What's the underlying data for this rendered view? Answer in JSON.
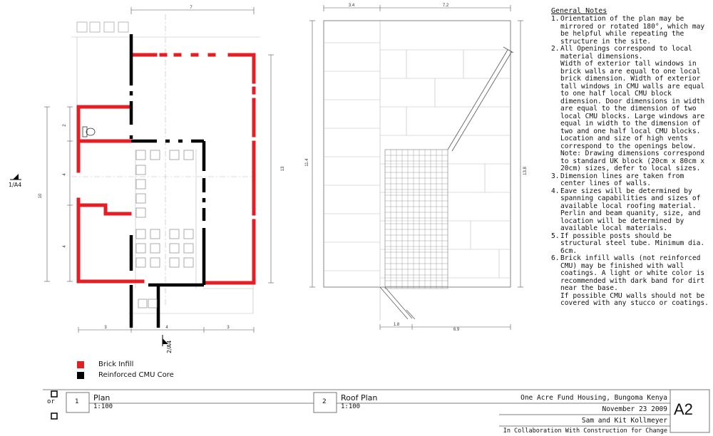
{
  "plan": {
    "dimensions": {
      "top": "7",
      "left_overall": "10",
      "left_segments": [
        "2",
        "4",
        "4"
      ],
      "right": "13",
      "bottom": [
        "3",
        "4",
        "3"
      ]
    },
    "section_markers": {
      "left": "1/A4",
      "bottom": "2/A4"
    }
  },
  "roof_plan": {
    "dimensions": {
      "top": [
        "3.4",
        "7.2"
      ],
      "left": "11.4",
      "right": "13.8",
      "bottom": [
        "1.8",
        "6.9"
      ]
    }
  },
  "legend": [
    {
      "label": "Brick Infill",
      "color": "#e31e24"
    },
    {
      "label": "Reinforced CMU Core",
      "color": "#000000"
    }
  ],
  "general_notes": {
    "title": "General Notes",
    "items": [
      {
        "num": "1.",
        "paras": [
          "Orientation of the plan may be mirrored or rotated 180°, which may be helpful while repeating the structure in the site."
        ]
      },
      {
        "num": "2.",
        "paras": [
          "All Openings correspond to local material dimensions.",
          "Width of exterior tall windows in brick walls are equal to one local brick dimension.  Width of exterior tall windows in CMU walls are equal to one half local CMU block dimension.  Door dimensions in width are equal to the dimension of two local CMU blocks.  Large windows are equal in width to the dimension of two and one half local CMU blocks. Location and size of high vents correspond to the openings below.",
          "Note:  Drawing dimensions correspond to standard UK block (20cm x 80cm x 20cm) sizes, defer to local sizes."
        ]
      },
      {
        "num": "3.",
        "paras": [
          "Dimension lines are taken from center lines of walls."
        ]
      },
      {
        "num": "4.",
        "paras": [
          "Eave sizes will be determined by spanning capabilities and sizes of available local roofing material.",
          "Perlin and beam quanity, size, and location will be determined by available local materials."
        ]
      },
      {
        "num": "5.",
        "paras": [
          "If possible posts should be structural steel tube.  Minimum dia. 6cm."
        ]
      },
      {
        "num": "6.",
        "paras": [
          "Brick infill walls (not reinforced CMU) may be finished with wall coatings.  A light or white color is recommended with dark band for dirt near the base.",
          "If possible CMU walls should not be covered with any stucco or coatings."
        ]
      }
    ]
  },
  "title_bar": {
    "drawing1": {
      "num": "1",
      "name": "Plan",
      "scale": "1:100"
    },
    "drawing2": {
      "num": "2",
      "name": "Roof Plan",
      "scale": "1:100"
    },
    "orientation": "or"
  },
  "title_block": {
    "project": "One Acre Fund Housing, Bungoma Kenya",
    "date": "November 23 2009",
    "authors": "Sam and Kit Kollmeyer",
    "collab": "In Collaboration With Construction for Change",
    "sheet": "A2"
  }
}
